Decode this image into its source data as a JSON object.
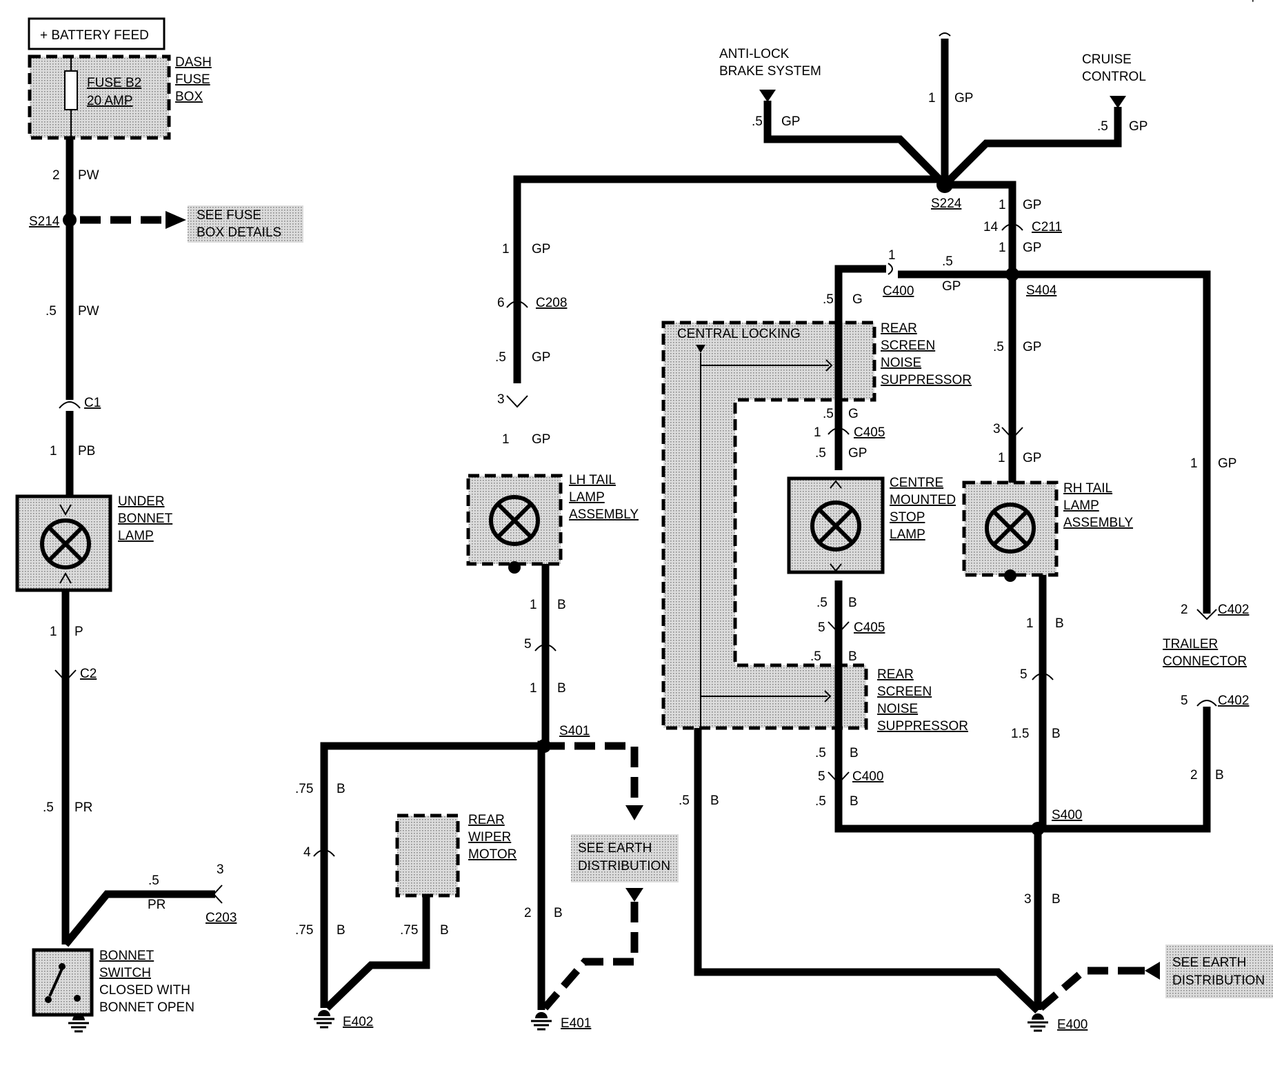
{
  "labels": {
    "battery_feed": "+ BATTERY FEED",
    "dash": "DASH",
    "fuse": "FUSE",
    "box": "BOX",
    "fuse_b2": "FUSE B2",
    "amp20": "20 AMP",
    "see_fuse_1": "SEE FUSE",
    "see_fuse_2": "BOX DETAILS",
    "under": "UNDER",
    "bonnet": "BONNET",
    "lamp": "LAMP",
    "bonnet_switch_1": "BONNET",
    "bonnet_switch_2": "SWITCH",
    "bonnet_switch_3": "CLOSED WITH",
    "bonnet_switch_4": "BONNET OPEN",
    "anti_lock_1": "ANTI-LOCK",
    "anti_lock_2": "BRAKE SYSTEM",
    "cruise_1": "CRUISE",
    "cruise_2": "CONTROL",
    "lh_1": "LH TAIL",
    "lh_2": "LAMP",
    "lh_3": "ASSEMBLY",
    "rh_1": "RH TAIL",
    "rh_2": "LAMP",
    "rh_3": "ASSEMBLY",
    "centre_1": "CENTRE",
    "centre_2": "MOUNTED",
    "centre_3": "STOP",
    "centre_4": "LAMP",
    "central_locking": "CENTRAL LOCKING",
    "rsns_1": "REAR",
    "rsns_2": "SCREEN",
    "rsns_3": "NOISE",
    "rsns_4": "SUPPRESSOR",
    "wiper_1": "REAR",
    "wiper_2": "WIPER",
    "wiper_3": "MOTOR",
    "see_earth_1": "SEE EARTH",
    "see_earth_2": "DISTRIBUTION",
    "trailer_1": "TRAILER",
    "trailer_2": "CONNECTOR"
  },
  "splices": {
    "s214": "S214",
    "s224": "S224",
    "s404": "S404",
    "s401": "S401",
    "s400": "S400"
  },
  "connectors": {
    "c1": "C1",
    "c2": "C2",
    "c203": "C203",
    "c208": "C208",
    "c211": "C211",
    "c400": "C400",
    "c405": "C405",
    "c402": "C402"
  },
  "earths": {
    "e402": "E402",
    "e401": "E401",
    "e400": "E400"
  },
  "wires": {
    "w_2": "2",
    "w_1": "1",
    "w_05": ".5",
    "w_075": ".75",
    "w_15": "1.5",
    "w_3": "3",
    "w_4": "4",
    "w_5": "5",
    "w_6": "6",
    "w_14": "14",
    "pw": "PW",
    "pb": "PB",
    "p": "P",
    "pr": "PR",
    "gp": "GP",
    "g": "G",
    "b": "B"
  },
  "corner_mark": "'"
}
